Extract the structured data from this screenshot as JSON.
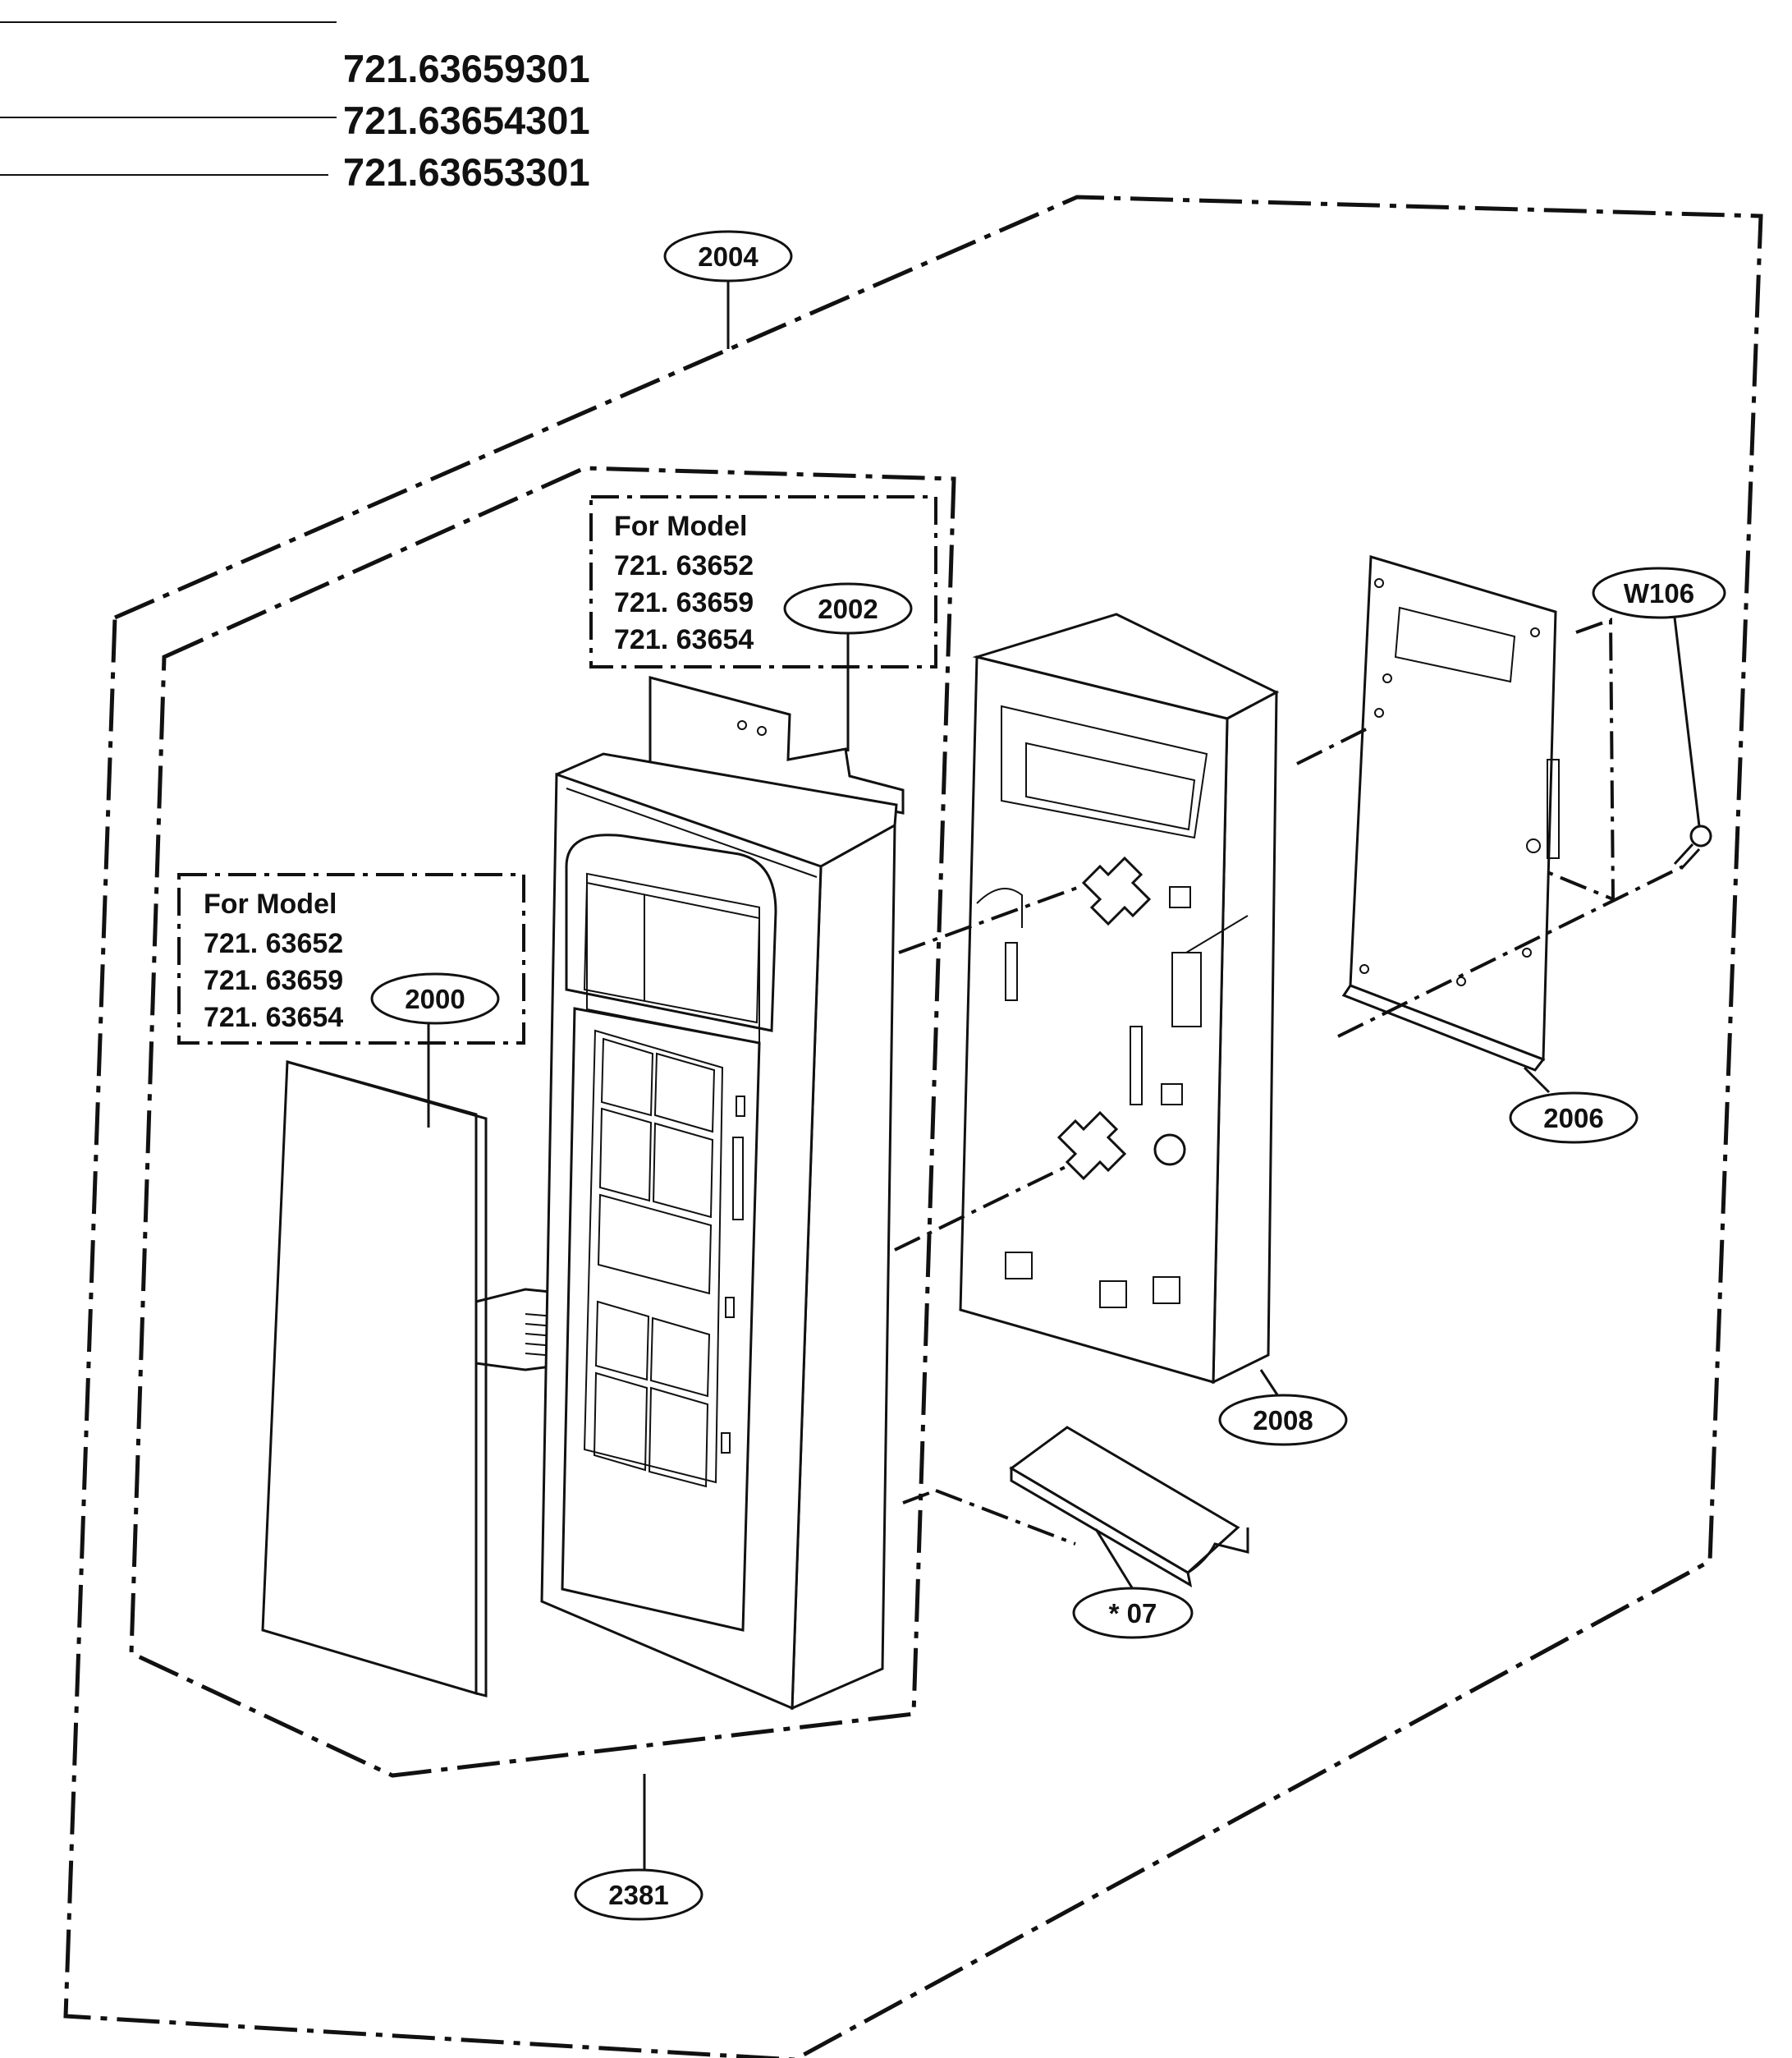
{
  "header": {
    "model_numbers": [
      "721.63659301",
      "721.63654301",
      "721.63653301"
    ]
  },
  "notes": [
    {
      "title": "For Model",
      "models": [
        "721. 63652",
        "721. 63659",
        "721. 63654"
      ]
    },
    {
      "title": "For Model",
      "models": [
        "721. 63652",
        "721. 63659",
        "721. 63654"
      ]
    }
  ],
  "callouts": {
    "c2004": "2004",
    "c2002": "2002",
    "cW106": "W106",
    "c2000": "2000",
    "c2006": "2006",
    "c2008": "2008",
    "c07": "* 07",
    "c2381": "2381"
  }
}
